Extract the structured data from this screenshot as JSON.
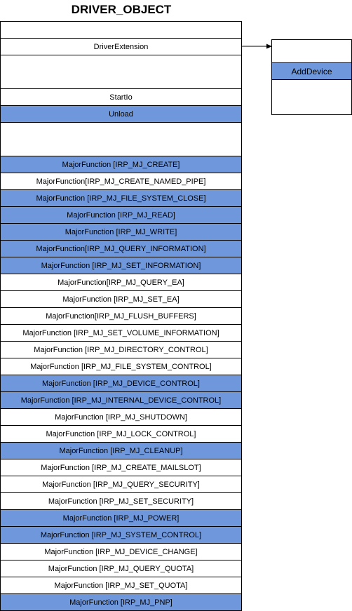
{
  "diagram": {
    "title": "DRIVER_OBJECT",
    "colors": {
      "highlight": "#6f97dc",
      "plain": "#ffffff",
      "border": "#000000"
    },
    "driver_object_rows": [
      {
        "label": "",
        "highlight": false
      },
      {
        "label": "DriverExtension",
        "highlight": false
      },
      {
        "label": "",
        "highlight": false
      },
      {
        "label": "StartIo",
        "highlight": false
      },
      {
        "label": "Unload",
        "highlight": true
      },
      {
        "label": "",
        "highlight": false
      },
      {
        "label": "MajorFunction [IRP_MJ_CREATE]",
        "highlight": true
      },
      {
        "label": "MajorFunction[IRP_MJ_CREATE_NAMED_PIPE]",
        "highlight": false
      },
      {
        "label": "MajorFunction [IRP_MJ_FILE_SYSTEM_CLOSE]",
        "highlight": true
      },
      {
        "label": "MajorFunction [IRP_MJ_READ]",
        "highlight": true
      },
      {
        "label": "MajorFunction [IRP_MJ_WRITE]",
        "highlight": true
      },
      {
        "label": "MajorFunction[IRP_MJ_QUERY_INFORMATION]",
        "highlight": true
      },
      {
        "label": "MajorFunction [IRP_MJ_SET_INFORMATION]",
        "highlight": true
      },
      {
        "label": "MajorFunction[IRP_MJ_QUERY_EA]",
        "highlight": false
      },
      {
        "label": "MajorFunction [IRP_MJ_SET_EA]",
        "highlight": false
      },
      {
        "label": "MajorFunction[IRP_MJ_FLUSH_BUFFERS]",
        "highlight": false
      },
      {
        "label": "MajorFunction [IRP_MJ_SET_VOLUME_INFORMATION]",
        "highlight": false
      },
      {
        "label": "MajorFunction [IRP_MJ_DIRECTORY_CONTROL]",
        "highlight": false
      },
      {
        "label": "MajorFunction [IRP_MJ_FILE_SYSTEM_CONTROL]",
        "highlight": false
      },
      {
        "label": "MajorFunction [IRP_MJ_DEVICE_CONTROL]",
        "highlight": true
      },
      {
        "label": "MajorFunction [IRP_MJ_INTERNAL_DEVICE_CONTROL]",
        "highlight": true
      },
      {
        "label": "MajorFunction [IRP_MJ_SHUTDOWN]",
        "highlight": false
      },
      {
        "label": "MajorFunction [IRP_MJ_LOCK_CONTROL]",
        "highlight": false
      },
      {
        "label": "MajorFunction [IRP_MJ_CLEANUP]",
        "highlight": true
      },
      {
        "label": "MajorFunction [IRP_MJ_CREATE_MAILSLOT]",
        "highlight": false
      },
      {
        "label": "MajorFunction [IRP_MJ_QUERY_SECURITY]",
        "highlight": false
      },
      {
        "label": "MajorFunction [IRP_MJ_SET_SECURITY]",
        "highlight": false
      },
      {
        "label": "MajorFunction [IRP_MJ_POWER]",
        "highlight": true
      },
      {
        "label": "MajorFunction [IRP_MJ_SYSTEM_CONTROL]",
        "highlight": true
      },
      {
        "label": "MajorFunction [IRP_MJ_DEVICE_CHANGE]",
        "highlight": false
      },
      {
        "label": "MajorFunction [IRP_MJ_QUERY_QUOTA]",
        "highlight": false
      },
      {
        "label": "MajorFunction [IRP_MJ_SET_QUOTA]",
        "highlight": false
      },
      {
        "label": "MajorFunction [IRP_MJ_PNP]",
        "highlight": true
      }
    ],
    "driver_extension_rows": [
      {
        "label": "",
        "highlight": false
      },
      {
        "label": "AddDevice",
        "highlight": true
      },
      {
        "label": "",
        "highlight": false
      }
    ]
  }
}
